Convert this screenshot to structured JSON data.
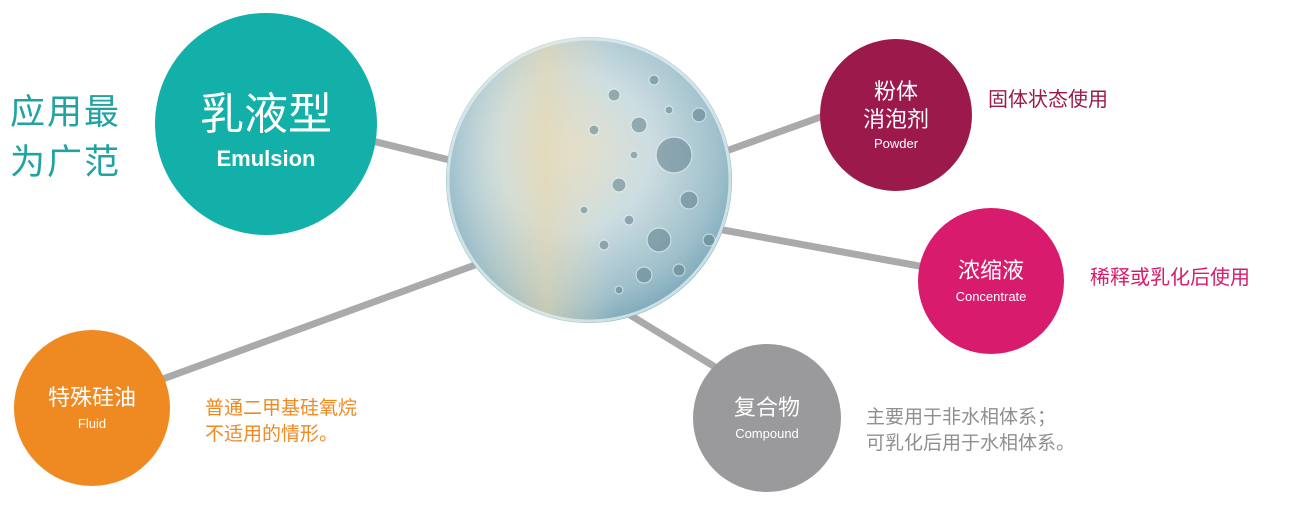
{
  "side_title": {
    "line1": "应用最",
    "line2": "为广范"
  },
  "colors": {
    "emulsion": "#12b0a9",
    "powder": "#9b1a4b",
    "concentrate": "#d81b6d",
    "fluid": "#ef8a23",
    "compound": "#9a9a9c",
    "connector": "#a9aaab",
    "side_title": "#20a3a1"
  },
  "center_image": {
    "icon": "foam-bubbles-sphere"
  },
  "nodes": {
    "emulsion": {
      "cn": "乳液型",
      "en": "Emulsion"
    },
    "powder": {
      "cn_line1": "粉体",
      "cn_line2": "消泡剂",
      "en": "Powder",
      "desc": "固体状态使用"
    },
    "concentrate": {
      "cn": "浓缩液",
      "en": "Concentrate",
      "desc": "稀释或乳化后使用"
    },
    "fluid": {
      "cn": "特殊硅油",
      "en": "Fluid",
      "desc_line1": "普通二甲基硅氧烷",
      "desc_line2": "不适用的情形。"
    },
    "compound": {
      "cn": "复合物",
      "en": "Compound",
      "desc_line1": "主要用于非水相体系；",
      "desc_line2": "可乳化后用于水相体系。"
    }
  }
}
